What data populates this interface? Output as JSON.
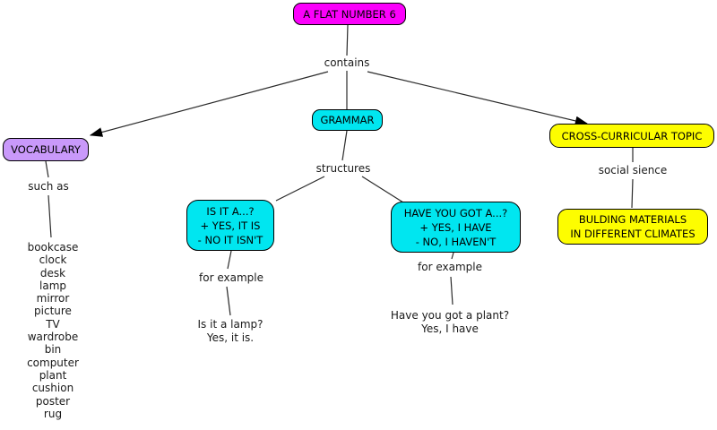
{
  "title": "A flat concept map",
  "colors": {
    "background": "#ffffff",
    "root_fill": "#fb00fb",
    "cyan_fill": "#00e6f0",
    "purple_fill": "#c999fa",
    "yellow_fill": "#fdfd00",
    "border": "#000000",
    "line": "#2b2b2b",
    "text": "#000000"
  },
  "nodes": {
    "root": {
      "label": "A FLAT NUMBER 6"
    },
    "grammar": {
      "label": "GRAMMAR"
    },
    "vocabulary": {
      "label": "VOCABULARY"
    },
    "cross_curricular": {
      "label": "CROSS-CURRICULAR TOPIC"
    },
    "is_it": {
      "line1": "IS IT A...?",
      "line2": "+ YES, IT IS",
      "line3": "- NO IT ISN'T"
    },
    "have_you_got": {
      "line1": "HAVE YOU GOT A...?",
      "line2": "+ YES, I HAVE",
      "line3": "- NO, I HAVEN'T"
    },
    "building_materials": {
      "line1": "BULDING MATERIALS",
      "line2": "IN DIFFERENT CLIMATES"
    }
  },
  "link_labels": {
    "contains": "contains",
    "such_as": "such as",
    "structures": "structures",
    "for_example_left": "for example",
    "for_example_right": "for example",
    "social_science": "social sience"
  },
  "examples": {
    "is_it_question": "Is it a lamp?",
    "is_it_answer": "Yes, it is.",
    "have_you_question": "Have you got a plant?",
    "have_you_answer": "Yes, I have"
  },
  "vocabulary_items": [
    "bookcase",
    "clock",
    "desk",
    "lamp",
    "mirror",
    "picture",
    "TV",
    "wardrobe",
    "bin",
    "computer",
    "plant",
    "cushion",
    "poster",
    "rug"
  ]
}
